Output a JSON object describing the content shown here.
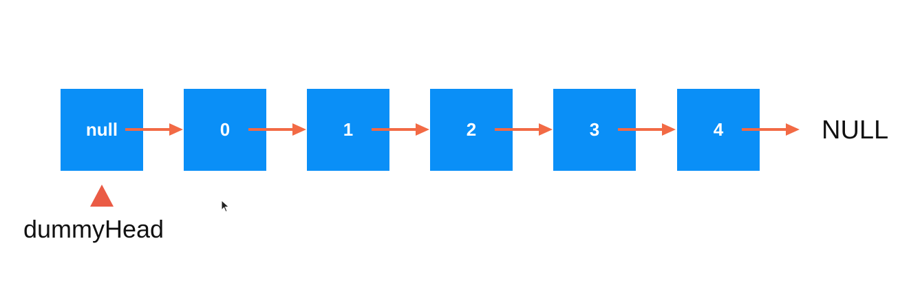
{
  "nodes": [
    {
      "label": "null"
    },
    {
      "label": "0"
    },
    {
      "label": "1"
    },
    {
      "label": "2"
    },
    {
      "label": "3"
    },
    {
      "label": "4"
    }
  ],
  "terminal": {
    "label": "NULL"
  },
  "pointer": {
    "label": "dummyHead"
  },
  "colors": {
    "node_fill": "#0a8ff7",
    "node_text": "#ffffff",
    "arrow": "#f26a45",
    "pointer_marker": "#ea5b45",
    "text": "#111111"
  }
}
